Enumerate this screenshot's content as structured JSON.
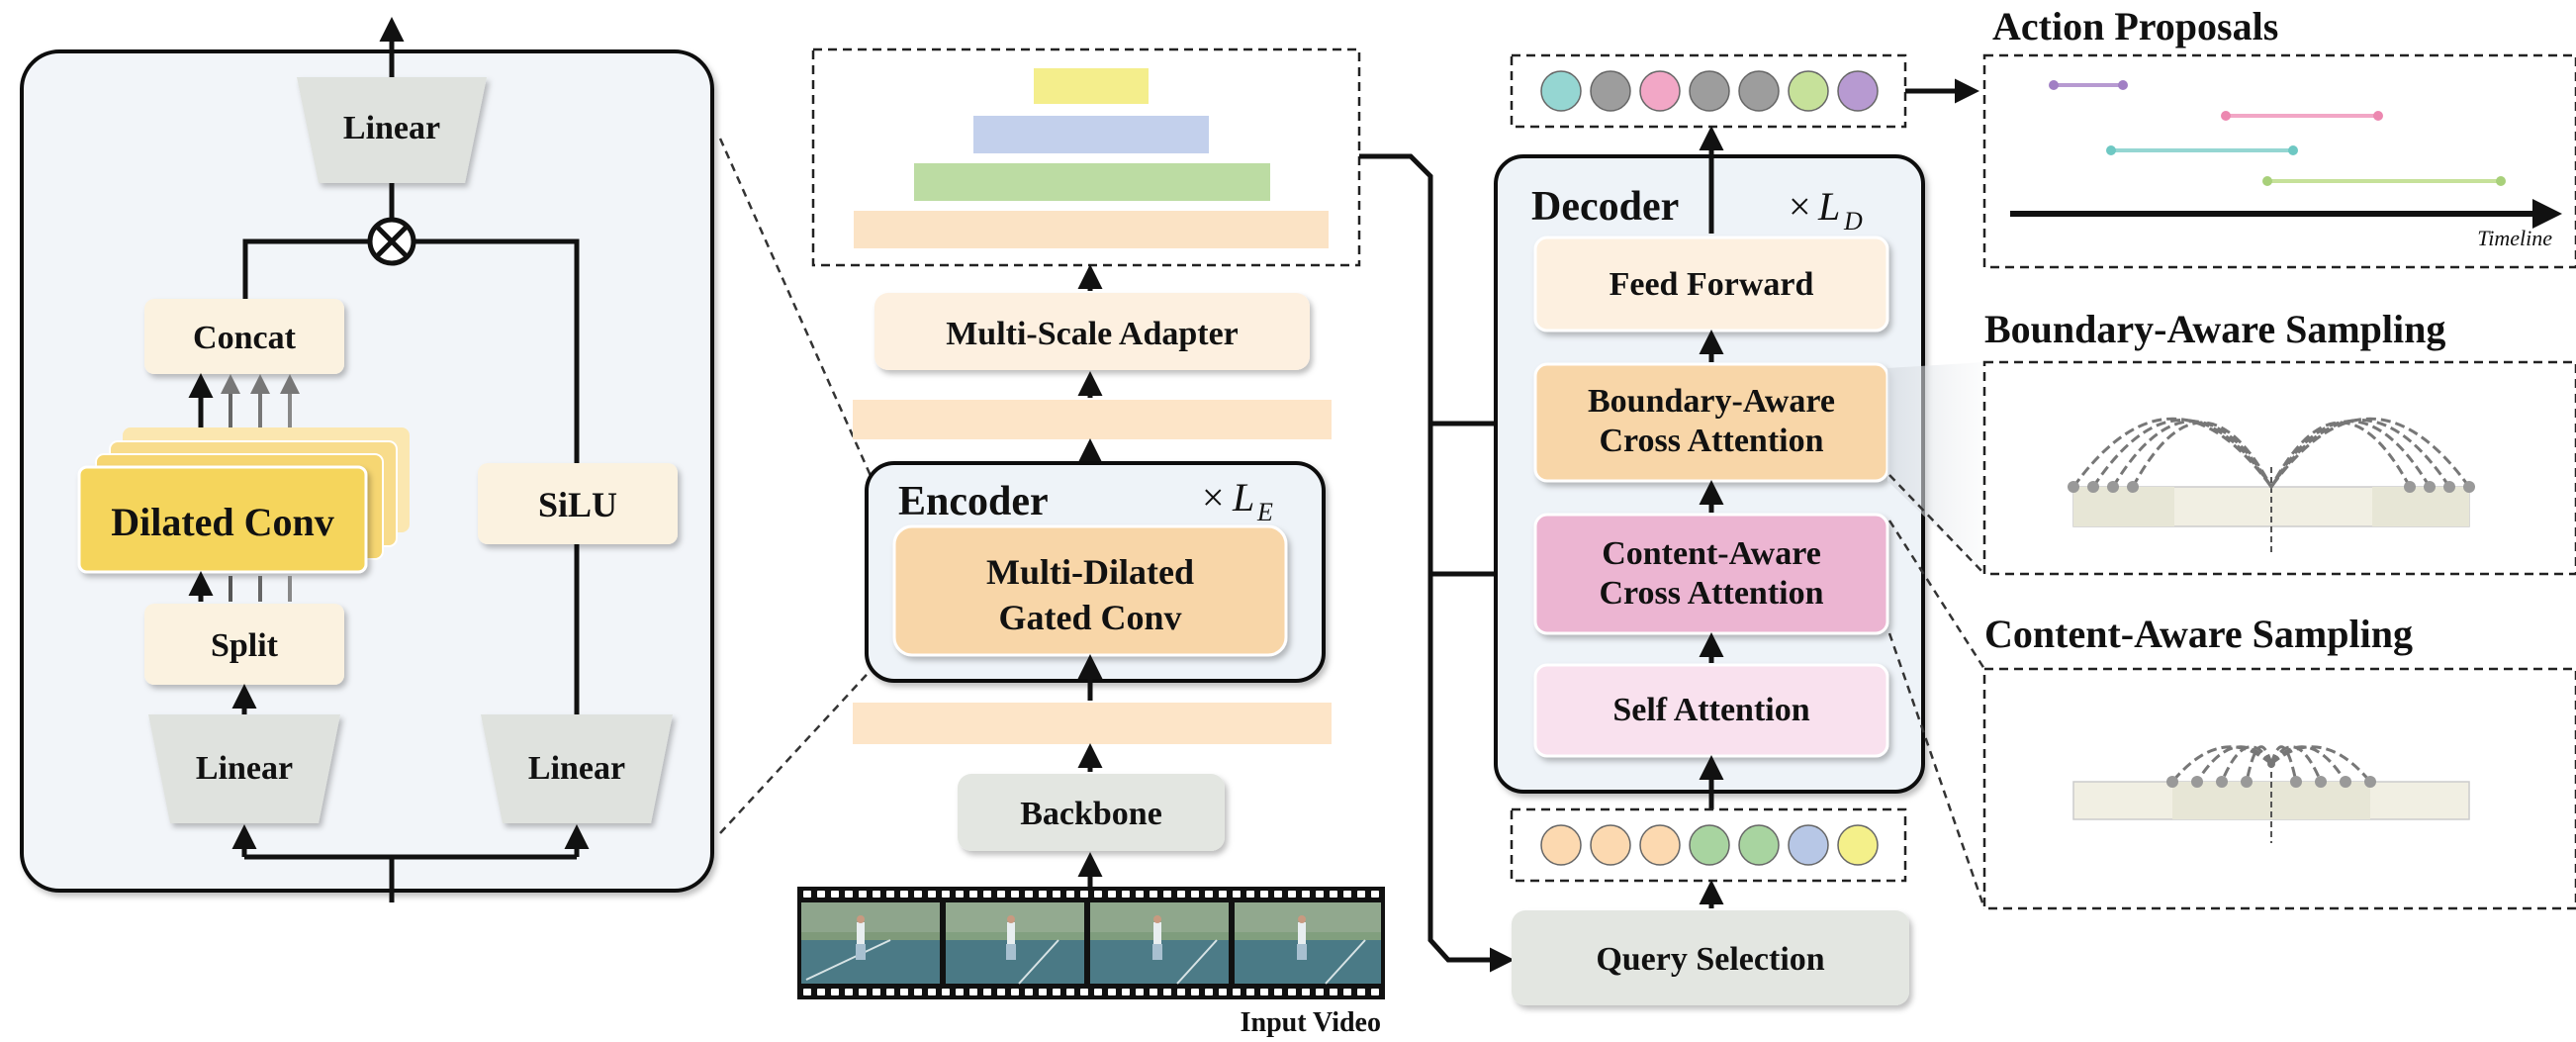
{
  "colors": {
    "panel_bg": "#f2f5f9",
    "linear_gray": "#dfe2de",
    "cream": "#fbf2e0",
    "peach": "#f8d6a8",
    "peach_light": "#fde9d2",
    "yellow": "#f5d55c",
    "pink": "#ecb5d2",
    "pink_light": "#f9e1ee",
    "gray_box": "#e3e6e1",
    "pyr_yellow": "#f4ee8c",
    "pyr_blue": "#c3d0ec",
    "pyr_green": "#bcdca3",
    "pyr_peach": "#fbe3c5"
  },
  "left_panel": {
    "linear_top": "Linear",
    "concat": "Concat",
    "dilated_conv": "Dilated Conv",
    "split": "Split",
    "silu": "SiLU",
    "linear_bottom_left": "Linear",
    "linear_bottom_right": "Linear",
    "multiply_icon": "circled-times-icon"
  },
  "encoder": {
    "title": "Encoder",
    "repeat_x": "×",
    "repeat_L": "L",
    "repeat_sub": "E",
    "block_line1": "Multi-Dilated",
    "block_line2": "Gated Conv"
  },
  "middle": {
    "adapter": "Multi-Scale Adapter",
    "backbone": "Backbone",
    "input_caption": "Input Video"
  },
  "decoder": {
    "title": "Decoder",
    "repeat_x": "×",
    "repeat_L": "L",
    "repeat_sub": "D",
    "feed_forward": "Feed Forward",
    "bacross_line1": "Boundary-Aware",
    "bacross_line2": "Cross Attention",
    "cacross_line1": "Content-Aware",
    "cacross_line2": "Cross Attention",
    "self_attention": "Self Attention",
    "query_selection": "Query Selection"
  },
  "query_colors_top": [
    "#95d6d2",
    "#9d9d9d",
    "#f2a7c6",
    "#9d9d9d",
    "#9d9d9d",
    "#c6e19a",
    "#b79ad1"
  ],
  "query_colors_bottom": [
    "#fcd9b0",
    "#fcd9b0",
    "#fcd9b0",
    "#a8d4a0",
    "#a8d4a0",
    "#b7c7e6",
    "#f4f08a"
  ],
  "right_panels": {
    "proposals_title": "Action Proposals",
    "timeline_label": "Timeline",
    "boundary_title": "Boundary-Aware Sampling",
    "content_title": "Content-Aware Sampling"
  }
}
